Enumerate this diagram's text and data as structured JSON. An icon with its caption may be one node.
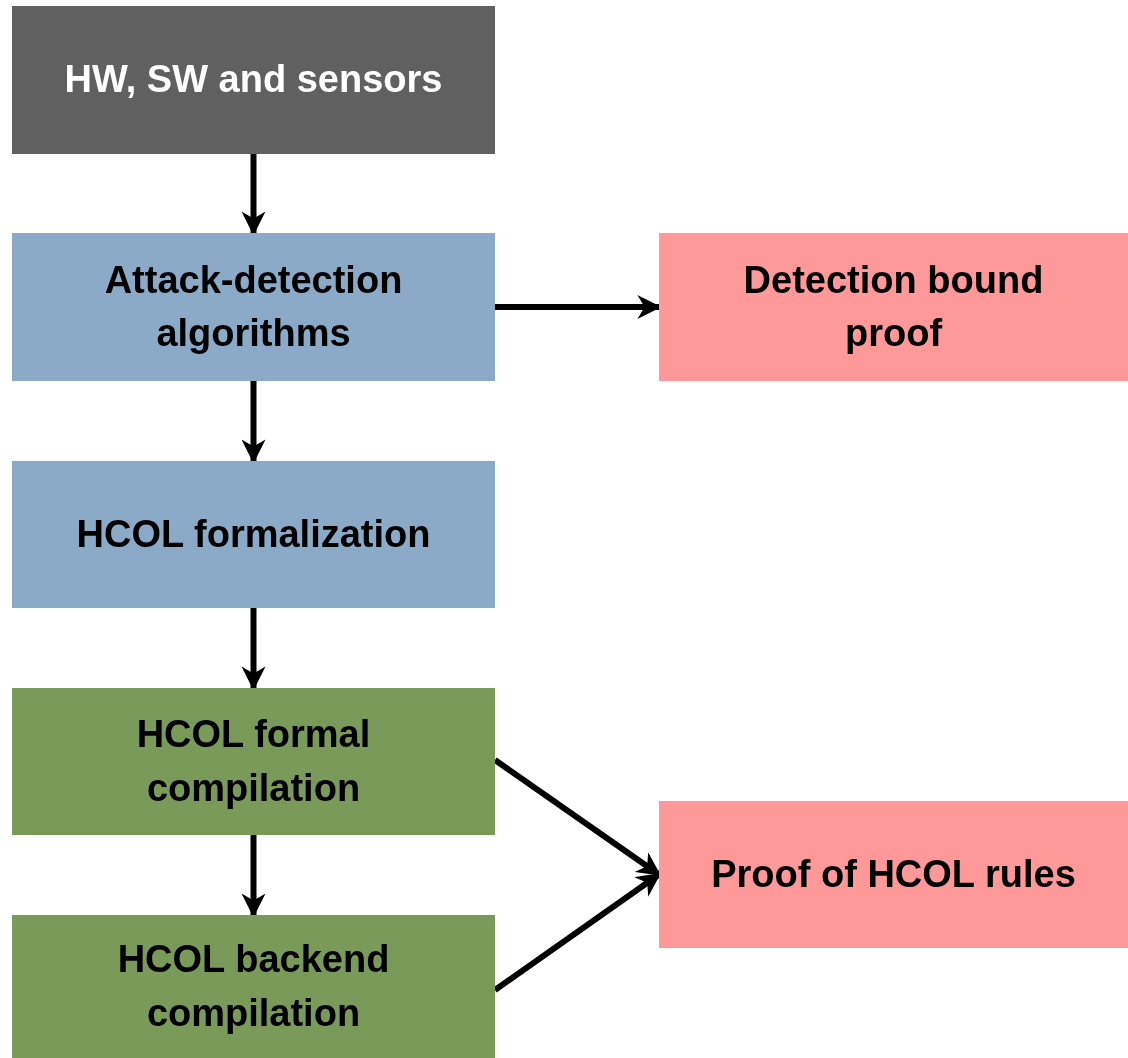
{
  "diagram": {
    "nodes": [
      {
        "text": [
          "HW, SW and sensors"
        ]
      },
      {
        "text": [
          "Attack-detection algorithms"
        ]
      },
      {
        "text": [
          "Detection bound proof"
        ]
      },
      {
        "text": [
          "HCOL formalization"
        ]
      },
      {
        "text": [
          "HCOL formal compilation"
        ]
      },
      {
        "text": [
          "Proof of HCOL rules"
        ]
      },
      {
        "text": [
          "HCOL backend compilation"
        ]
      }
    ],
    "edges": [
      {
        "from": 0,
        "to": 1,
        "arrow": "to"
      },
      {
        "from": 1,
        "to": 2,
        "arrow": "to"
      },
      {
        "from": 1,
        "to": 3,
        "arrow": "to"
      },
      {
        "from": 3,
        "to": 4,
        "arrow": "to"
      },
      {
        "from": 4,
        "to": 6,
        "arrow": "to"
      },
      {
        "from": 4,
        "to": 5,
        "arrow": "to"
      },
      {
        "from": 6,
        "to": 5,
        "arrow": "to"
      }
    ]
  }
}
